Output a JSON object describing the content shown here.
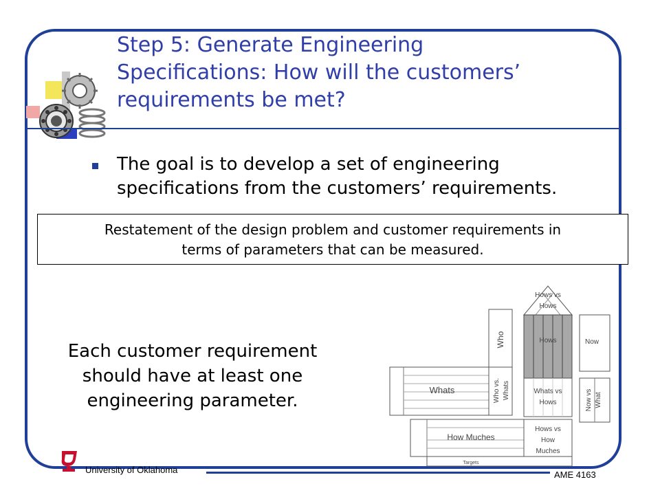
{
  "slide": {
    "title_line1": "Step 5: Generate Engineering",
    "title_line2": "Specifications: How will the customers’",
    "title_line3": "requirements be met?",
    "bullet": "The goal is to develop a set of engineering specifications from the customers’ requirements.",
    "box_line1": "Restatement of the design problem and customer requirements in",
    "box_line2": "terms of parameters that can be measured.",
    "side_line1": "Each customer requirement",
    "side_line2": "should have at least one",
    "side_line3": "engineering parameter."
  },
  "diagram": {
    "hows_vs_hows_1": "Hows vs",
    "hows_vs_hows_2": "Hows",
    "who": "Who",
    "hows": "Hows",
    "now": "Now",
    "whats": "Whats",
    "who_vs_whats_1": "Who vs.",
    "who_vs_whats_2": "Whats",
    "whats_vs_hows_1": "Whats vs",
    "whats_vs_hows_2": "Hows",
    "now_vs_what_1": "Now vs",
    "now_vs_what_2": "What",
    "how_muches": "How Muches",
    "hows_vs_how_muches_1": "Hows vs",
    "hows_vs_how_muches_2": "How",
    "hows_vs_how_muches_3": "Muches",
    "targets": "Targets"
  },
  "footer": {
    "organization": "University of Oklahoma",
    "course": "AME 4163"
  },
  "colors": {
    "accent": "#1f3f98",
    "title": "#2f3ea8",
    "logo": "#c8102e"
  },
  "icons": [
    "gear-bearing-spring-clipart",
    "ou-logo-icon"
  ]
}
